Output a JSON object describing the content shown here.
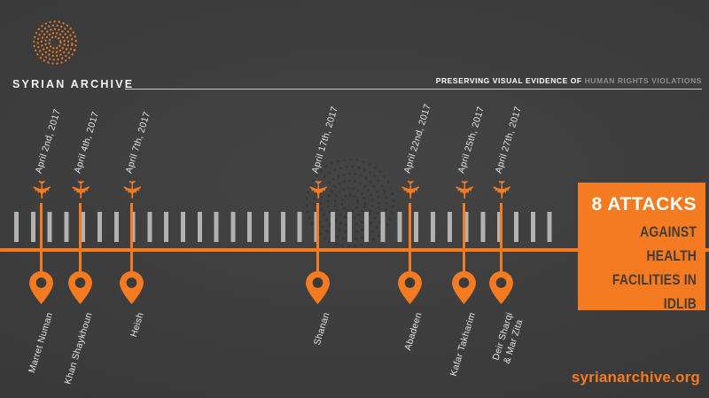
{
  "header": {
    "brand": "SYRIAN ARCHIVE",
    "tagline_bold": "PRESERVING VISUAL EVIDENCE OF",
    "tagline_muted": "HUMAN RIGHTS VIOLATIONS"
  },
  "icons": {
    "plane": "✈"
  },
  "timeline": {
    "events": [
      {
        "date": "April 2nd, 2017",
        "location": "Marret Numan"
      },
      {
        "date": "April 4th, 2017",
        "location": "Khan Shaykhoun"
      },
      {
        "date": "April 7th, 2017",
        "location": "Heish"
      },
      {
        "date": "April 17th, 2017",
        "location": "Shanan"
      },
      {
        "date": "April 22nd, 2017",
        "location": "Abadeen"
      },
      {
        "date": "April 25th, 2017",
        "location": "Kafar Takharim"
      },
      {
        "date": "April 27th, 2017",
        "location": "Deir Sharqi\n& Mar Zita"
      }
    ]
  },
  "callout": {
    "headline": "8 ATTACKS",
    "subline": "AGAINST\nHEALTH\nFACILITIES IN IDLIB"
  },
  "footer": {
    "website": "syrianarchive.org"
  },
  "colors": {
    "accent": "#f47b21",
    "background": "#3a3a3a",
    "tick": "#c6c6c6",
    "muted_text": "#8f8f8f",
    "callout_text_dark": "#443c34"
  }
}
